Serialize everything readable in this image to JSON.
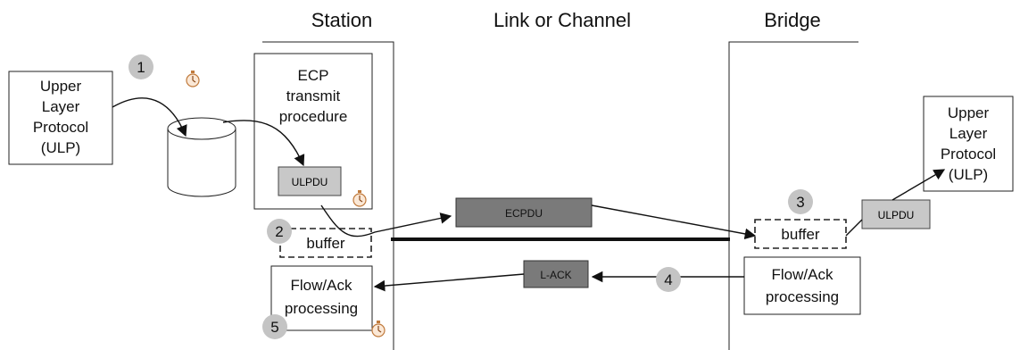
{
  "headers": {
    "station": "Station",
    "link": "Link or Channel",
    "bridge": "Bridge"
  },
  "station": {
    "ulp_lines": [
      "Upper",
      "Layer",
      "Protocol",
      "(ULP)"
    ],
    "ecp_lines": [
      "ECP",
      "transmit",
      "procedure"
    ],
    "ulpdu": "ULPDU",
    "buffer": "buffer",
    "flow_lines": [
      "Flow/Ack",
      "processing"
    ]
  },
  "link": {
    "ecpdu": "ECPDU",
    "lack": "L-ACK"
  },
  "bridge": {
    "ulp_lines": [
      "Upper",
      "Layer",
      "Protocol",
      "(ULP)"
    ],
    "ulpdu": "ULPDU",
    "buffer": "buffer",
    "flow_lines": [
      "Flow/Ack",
      "processing"
    ]
  },
  "steps": [
    "1",
    "2",
    "3",
    "4",
    "5"
  ],
  "colors": {
    "step_circle": "#c4c4c4",
    "pdu_light": "#c8c8c8",
    "pdu_dark": "#7a7a7a",
    "timer": "#d9a77a"
  },
  "icons": [
    "timer-icon"
  ]
}
